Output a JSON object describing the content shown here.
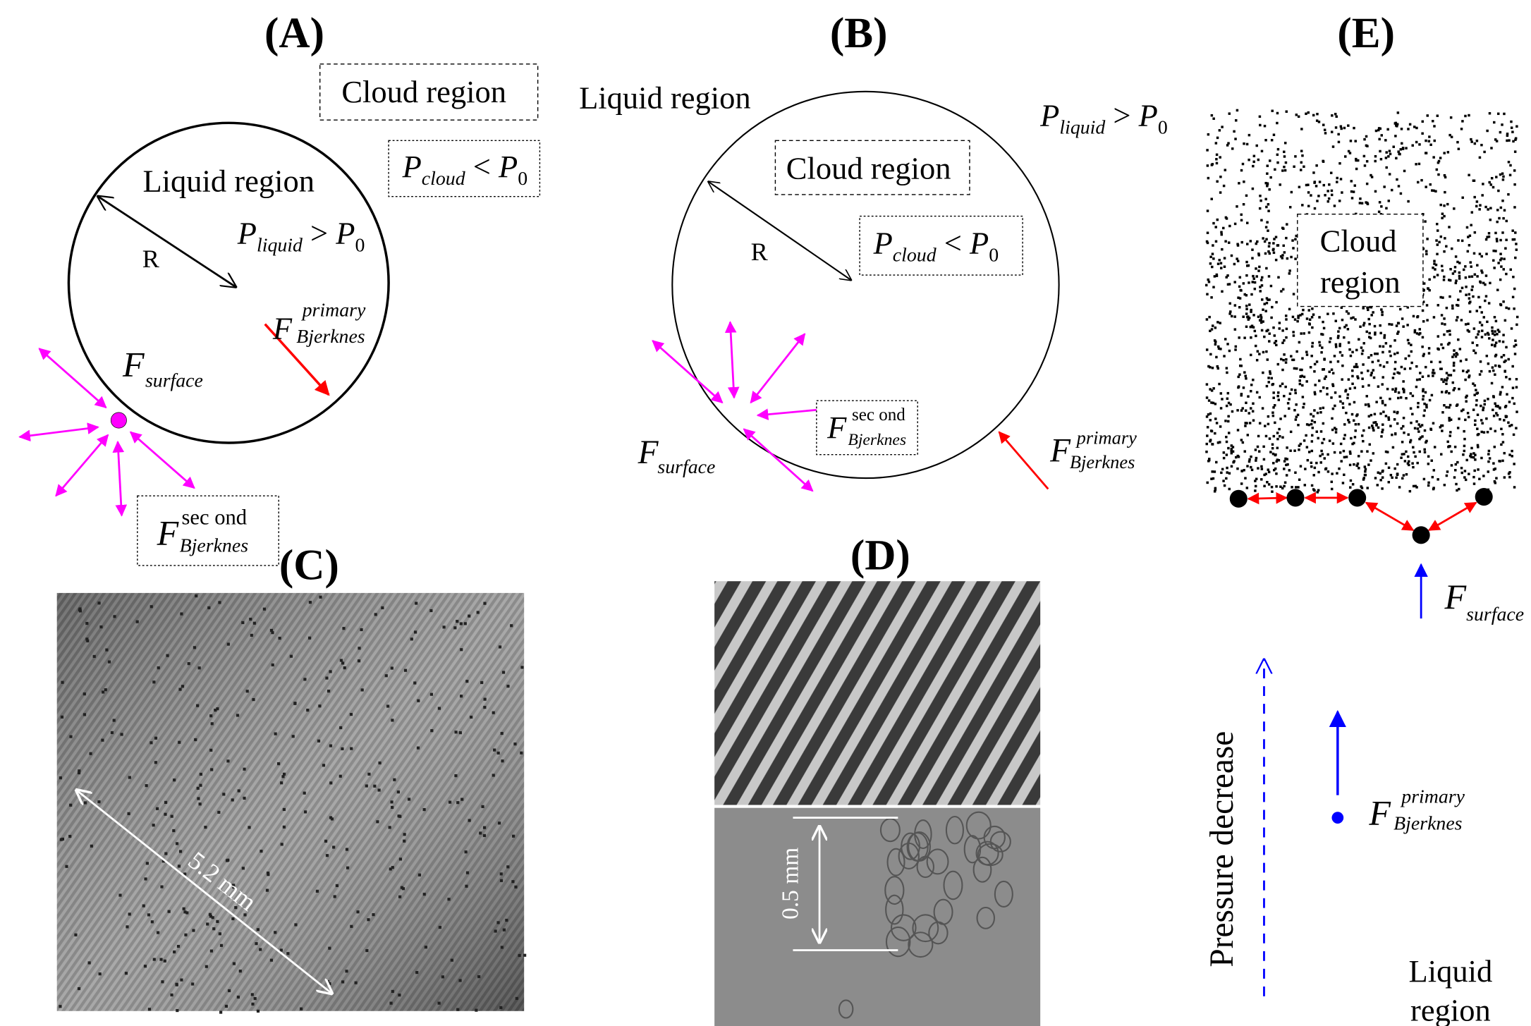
{
  "panels": {
    "A": {
      "title": "(A)",
      "cloud_region": "Cloud region",
      "liquid_region": "Liquid region",
      "radius": "R",
      "p_cloud": {
        "P": "P",
        "sub": "cloud",
        "op": " < ",
        "P0": "P",
        "zero": "0"
      },
      "p_liquid": {
        "P": "P",
        "sub": "liquid",
        "op": " > ",
        "P0": "P",
        "zero": "0"
      },
      "f_primary": {
        "F": "F",
        "sup": "primary",
        "sub": "Bjerknes"
      },
      "f_surface": {
        "F": "F",
        "sub": "surface"
      },
      "f_second": {
        "F": "F",
        "sup": "sec ond",
        "sub": "Bjerknes"
      }
    },
    "B": {
      "title": "(B)",
      "liquid_region": "Liquid region",
      "cloud_region": "Cloud region",
      "radius": "R",
      "p_liquid": {
        "P": "P",
        "sub": "liquid",
        "op": " > ",
        "P0": "P",
        "zero": "0"
      },
      "p_cloud": {
        "P": "P",
        "sub": "cloud",
        "op": " < ",
        "P0": "P",
        "zero": "0"
      },
      "f_surface": {
        "F": "F",
        "sub": "surface"
      },
      "f_second": {
        "F": "F",
        "sup": "sec ond",
        "sub": "Bjerknes"
      },
      "f_primary": {
        "F": "F",
        "sup": "primary",
        "sub": "Bjerknes"
      }
    },
    "C": {
      "title": "(C)",
      "scale": "5.2 mm"
    },
    "D": {
      "title": "(D)",
      "scale": "0.5 mm"
    },
    "E": {
      "title": "(E)",
      "cloud_region_1": "Cloud",
      "cloud_region_2": "region",
      "f_surface": {
        "F": "F",
        "sub": "surface"
      },
      "pressure": "Pressure decrease",
      "f_primary": {
        "F": "F",
        "sup": "primary",
        "sub": "Bjerknes"
      },
      "liquid_1": "Liquid",
      "liquid_2": "region"
    }
  },
  "colors": {
    "magenta": "#ff00ff",
    "red": "#ff0000",
    "blue": "#0000ff"
  }
}
